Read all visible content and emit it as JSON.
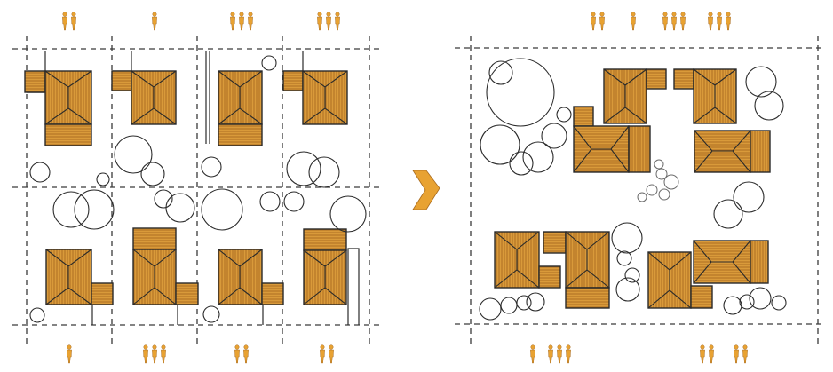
{
  "figure": {
    "title": "",
    "arrow_icon": "chevron-right-icon",
    "person_icon": "person-icon"
  },
  "panels": [
    {
      "name": "grid-subdivision",
      "top_entrance_groups": [
        2,
        1,
        3,
        3
      ],
      "bottom_entrance_groups": [
        1,
        3,
        2,
        2
      ],
      "house_count": 8
    },
    {
      "name": "clustered-layout",
      "top_entrance_groups": [
        2,
        1,
        3,
        3
      ],
      "bottom_entrance_groups": [
        1,
        3,
        2,
        2
      ],
      "house_count": 8
    }
  ],
  "colors": {
    "roof": "#d99a3a",
    "roof_hatch": "#a86a1e",
    "person": "#e8a232",
    "arrow": "#e8a232",
    "line": "#2b2b2b"
  }
}
